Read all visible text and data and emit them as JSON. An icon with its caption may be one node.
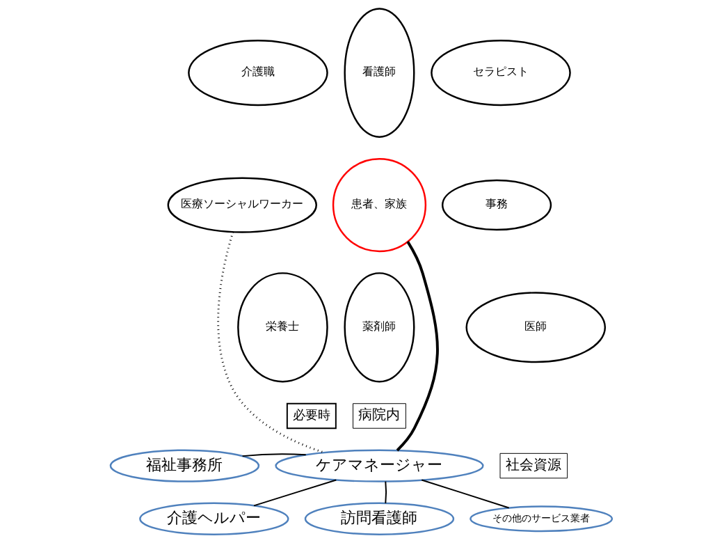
{
  "diagram": {
    "nodes": [
      {
        "text": [
          "看護師"
        ]
      },
      {
        "text": [
          "介護職"
        ]
      },
      {
        "text": [
          "セラピスト"
        ]
      },
      {
        "text": [
          "患者、家族"
        ]
      },
      {
        "text": [
          "医療ソーシャルワーカー"
        ]
      },
      {
        "text": [
          "事務"
        ]
      },
      {
        "text": [
          "医師"
        ]
      },
      {
        "text": [
          "栄養士"
        ]
      },
      {
        "text": [
          "薬剤師"
        ]
      },
      {
        "text": [
          "必要時"
        ]
      },
      {
        "text": [
          "病院内"
        ]
      },
      {
        "text": [
          "社会資源"
        ]
      },
      {
        "text": [
          "福祉事務所"
        ]
      },
      {
        "text": [
          "ケアマネージャー"
        ]
      },
      {
        "text": [
          "介護ヘルパー"
        ]
      },
      {
        "text": [
          "訪問看護師"
        ]
      },
      {
        "text": [
          "その他のサービス業者"
        ]
      }
    ],
    "edges": [
      {
        "from": 3,
        "to": 13,
        "arrow": "none",
        "style": "thick"
      },
      {
        "from": 4,
        "to": 13,
        "arrow": "none",
        "style": "dashed"
      },
      {
        "from": 12,
        "to": 13,
        "arrow": "none"
      },
      {
        "from": 13,
        "to": 14,
        "arrow": "none"
      },
      {
        "from": 13,
        "to": 15,
        "arrow": "none"
      },
      {
        "from": 13,
        "to": 16,
        "arrow": "none"
      }
    ]
  }
}
